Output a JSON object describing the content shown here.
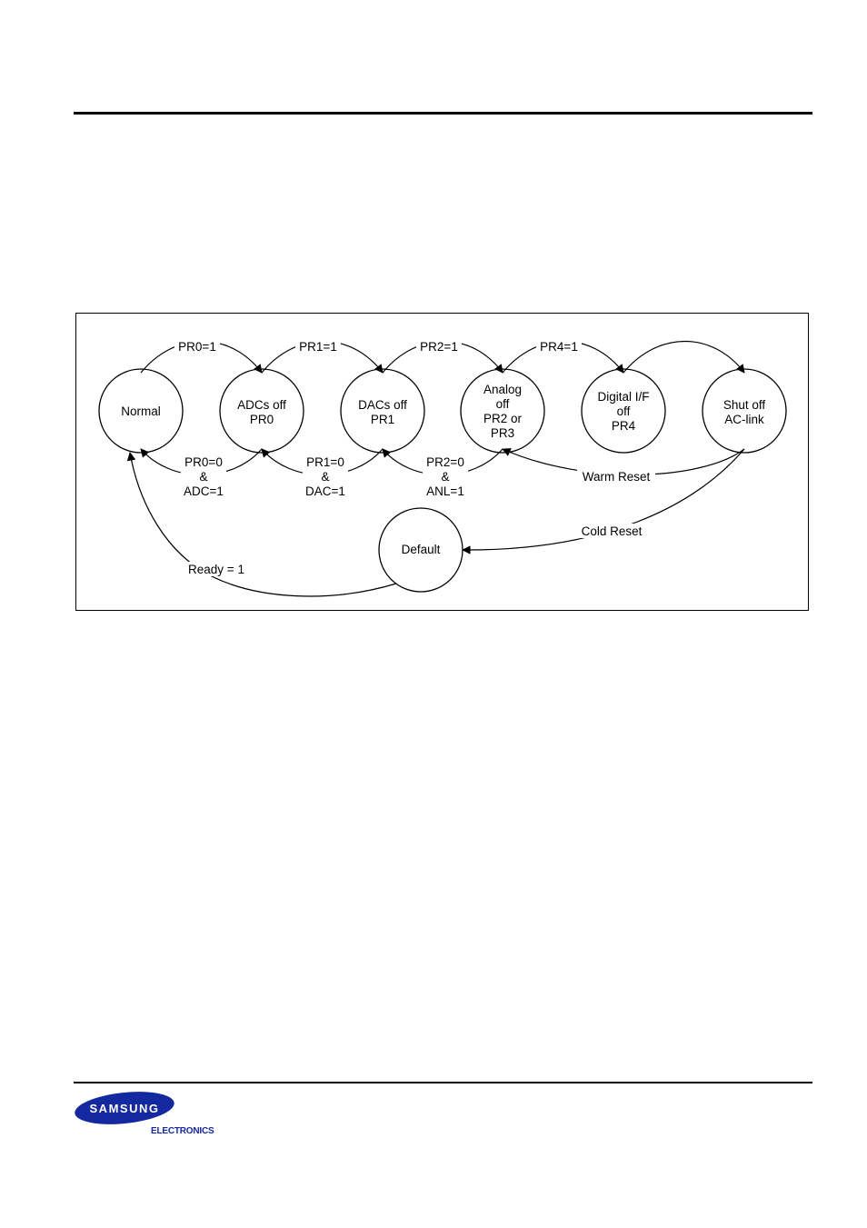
{
  "diagram": {
    "states": {
      "normal": [
        "Normal"
      ],
      "adcs_off": [
        "ADCs off",
        "PR0"
      ],
      "dacs_off": [
        "DACs off",
        "PR1"
      ],
      "analog_off": [
        "Analog",
        "off",
        "PR2 or",
        "PR3"
      ],
      "digital_off": [
        "Digital I/F",
        "off",
        "PR4"
      ],
      "shut_off": [
        "Shut off",
        "AC-link"
      ],
      "default": [
        "Default"
      ]
    },
    "transitions": {
      "pr0_1": "PR0=1",
      "pr1_1": "PR1=1",
      "pr2_1": "PR2=1",
      "pr4_1": "PR4=1",
      "pr0_0": [
        "PR0=0",
        "&",
        "ADC=1"
      ],
      "pr1_0": [
        "PR1=0",
        "&",
        "DAC=1"
      ],
      "pr2_0": [
        "PR2=0",
        "&",
        "ANL=1"
      ],
      "warm_reset": "Warm Reset",
      "cold_reset": "Cold Reset",
      "ready": "Ready = 1"
    }
  },
  "footer": {
    "logo_text": "SAMSUNG",
    "logo_subtext": "ELECTRONICS",
    "brand_color": "#1428a0"
  }
}
